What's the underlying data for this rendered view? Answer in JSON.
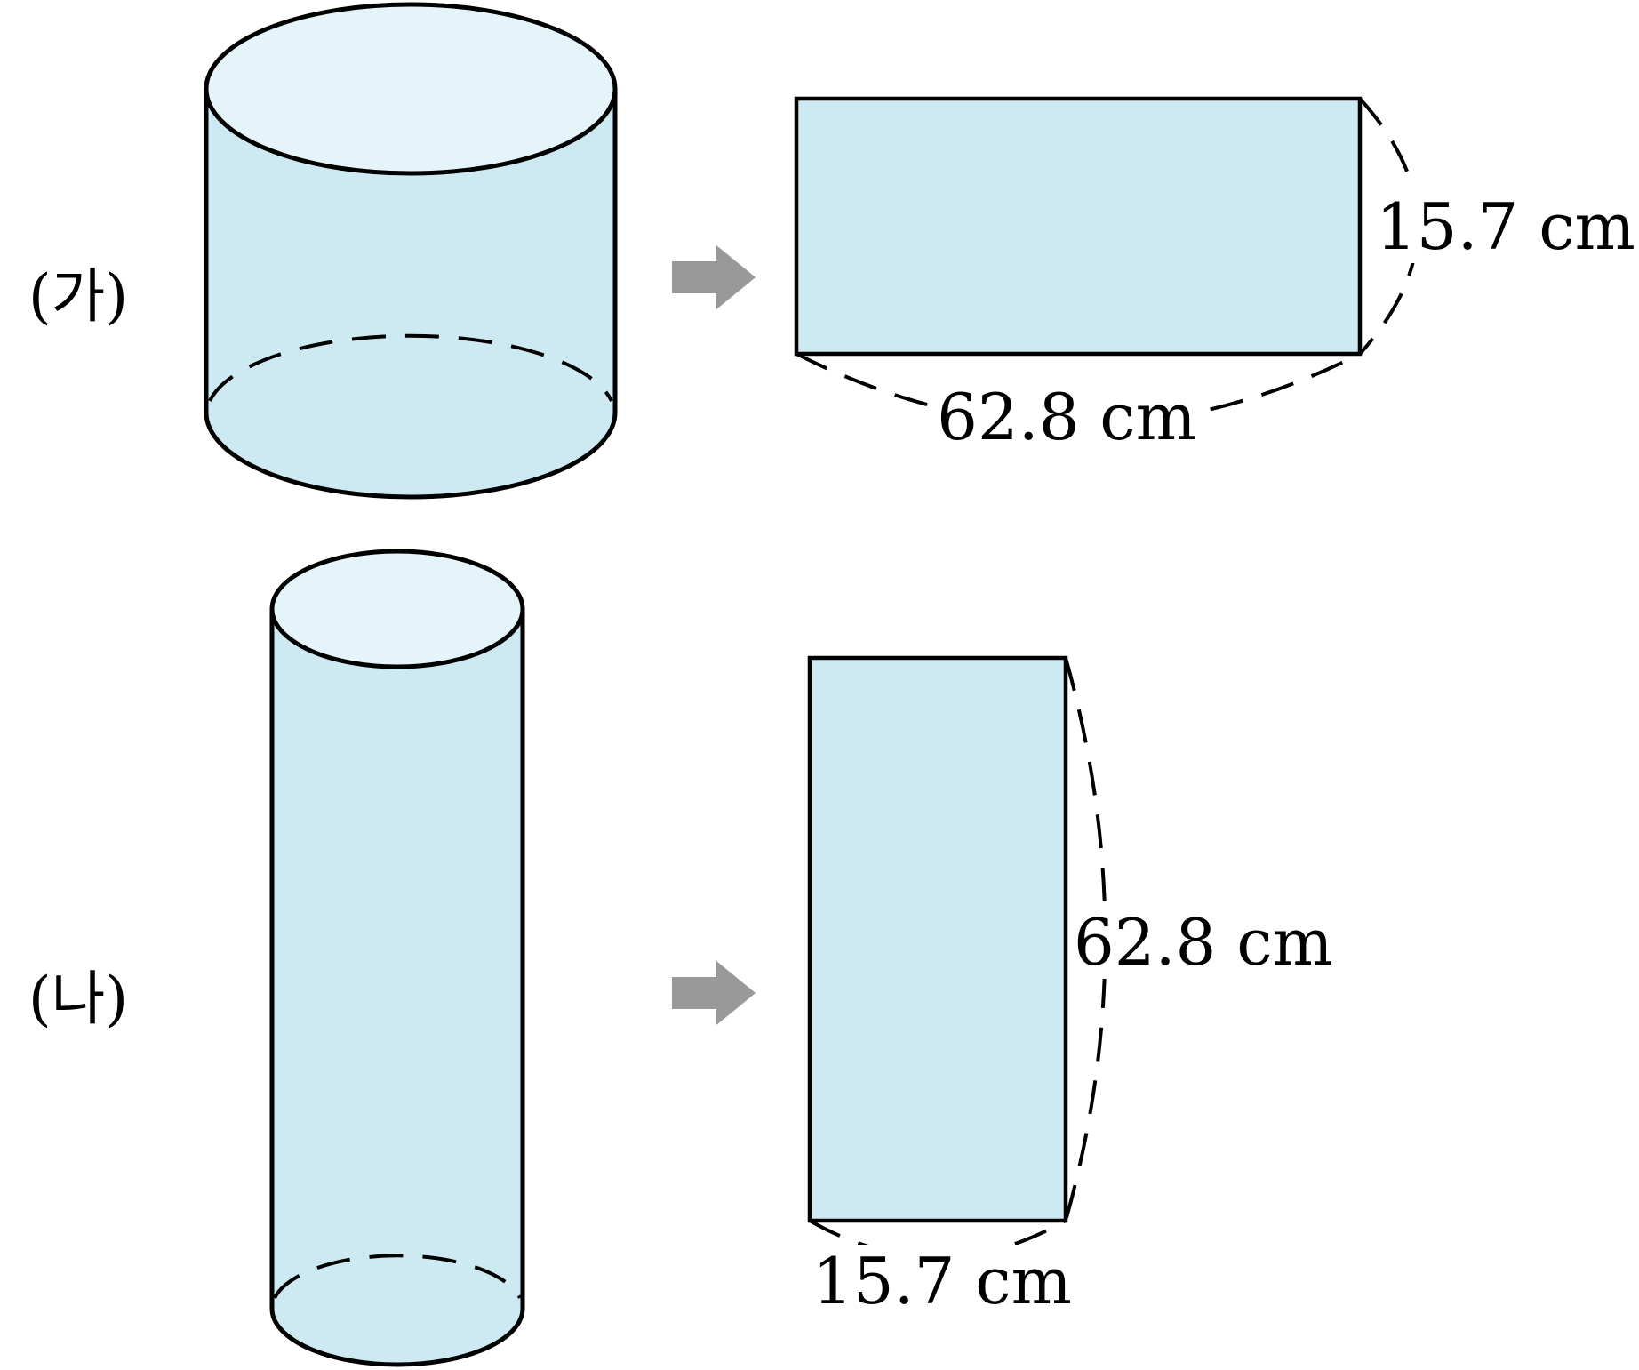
{
  "colors": {
    "side_fill": "#cdeaf2",
    "top_fill": "#e4f4f9",
    "outline": "#000000",
    "arrow": "#999999"
  },
  "panels": [
    {
      "label": "(가)",
      "net_width": "62.8 cm",
      "net_height": "15.7 cm"
    },
    {
      "label": "(나)",
      "net_width": "15.7 cm",
      "net_height": "62.8 cm"
    }
  ]
}
